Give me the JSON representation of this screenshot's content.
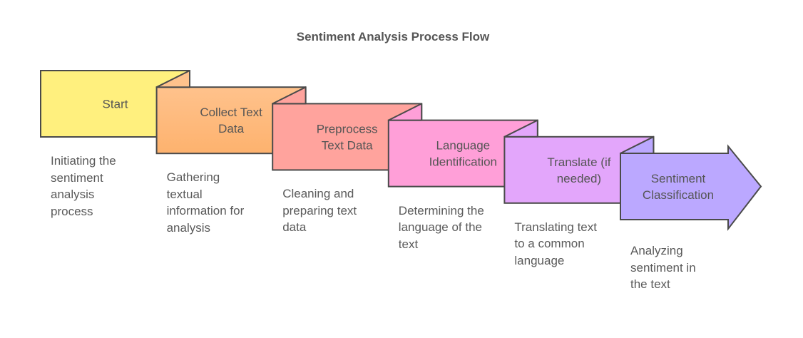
{
  "title": "Sentiment Analysis Process Flow",
  "steps": [
    {
      "label_lines": [
        "Start"
      ],
      "description_lines": [
        "Initiating the",
        "sentiment",
        "analysis",
        "process"
      ],
      "color": "#FFF07E",
      "color_end": "#FFF07E"
    },
    {
      "label_lines": [
        "Collect Text",
        "Data"
      ],
      "description_lines": [
        "Gathering",
        "textual",
        "information for",
        "analysis"
      ],
      "color": "#FFC28C",
      "color_end": "#FDB26E"
    },
    {
      "label_lines": [
        "Preprocess",
        "Text Data"
      ],
      "description_lines": [
        "Cleaning and",
        "preparing text",
        "data"
      ],
      "color": "#FFA39D",
      "color_end": "#FFA39D"
    },
    {
      "label_lines": [
        "Language",
        "Identification"
      ],
      "description_lines": [
        "Determining the",
        "language of the",
        "text"
      ],
      "color": "#FF9FD8",
      "color_end": "#FF9FD8"
    },
    {
      "label_lines": [
        "Translate (if",
        "needed)"
      ],
      "description_lines": [
        "Translating text",
        "to a common",
        "language"
      ],
      "color": "#E3A6FB",
      "color_end": "#E3A6FB"
    },
    {
      "label_lines": [
        "Sentiment",
        "Classification"
      ],
      "description_lines": [
        "Analyzing",
        "sentiment in",
        "the text"
      ],
      "color": "#BBA8FF",
      "color_end": "#BBA8FF"
    }
  ],
  "stroke_color": "#4a4a4a"
}
